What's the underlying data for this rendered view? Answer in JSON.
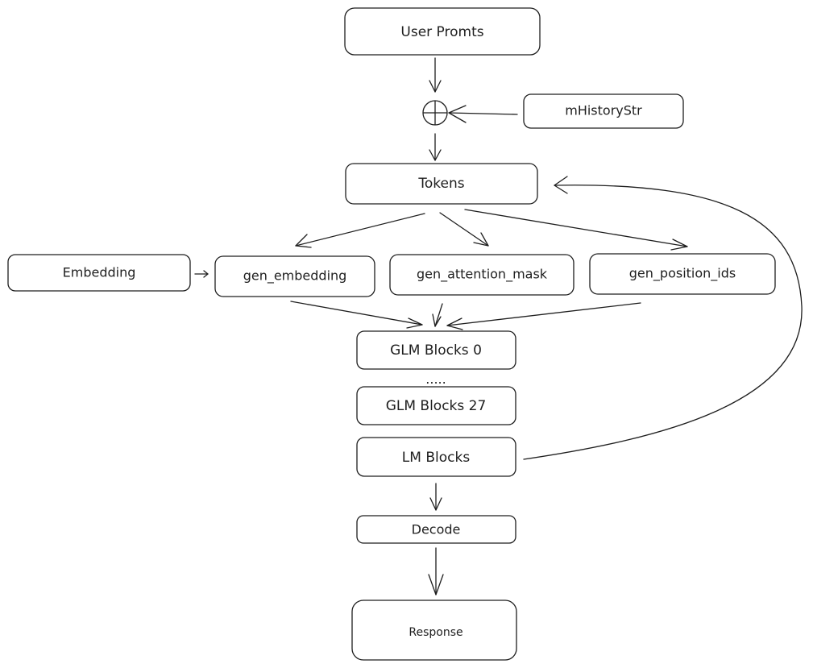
{
  "nodes": {
    "user_prompts": "User Promts",
    "history": "mHistoryStr",
    "tokens": "Tokens",
    "embedding": "Embedding",
    "gen_embedding": "gen_embedding",
    "gen_attention_mask": "gen_attention_mask",
    "gen_position_ids": "gen_position_ids",
    "glm_block_0": "GLM Blocks 0",
    "ellipsis": ".....",
    "glm_block_27": "GLM Blocks 27",
    "lm_blocks": "LM Blocks",
    "decode": "Decode",
    "response": "Response"
  },
  "connector": {
    "concat_symbol": "plus-circle-icon"
  },
  "colors": {
    "stroke": "#1e1e1e",
    "fill": "#ffffff"
  }
}
